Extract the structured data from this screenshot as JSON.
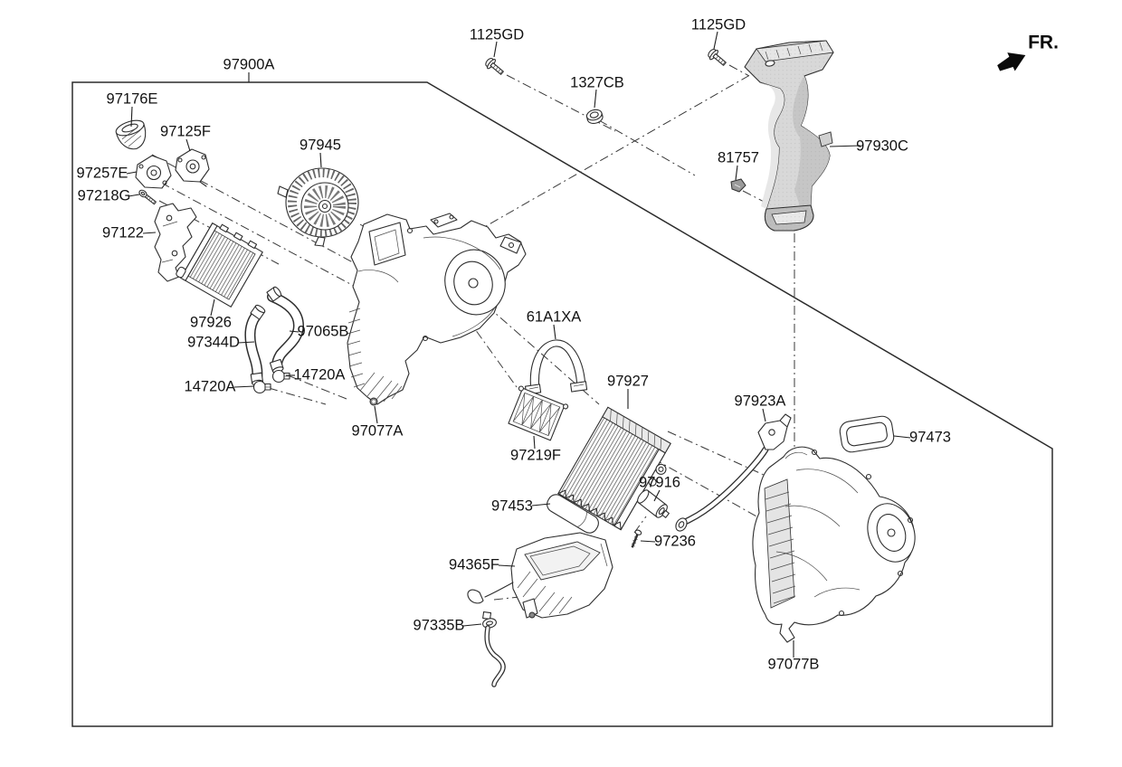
{
  "diagram": {
    "kind": "exploded-parts-diagram",
    "fr_label": "FR.",
    "labels": [
      {
        "text": "97900A"
      },
      {
        "text": "1125GD"
      },
      {
        "text": "1327CB"
      },
      {
        "text": "1125GD"
      },
      {
        "text": "97930C"
      },
      {
        "text": "81757"
      },
      {
        "text": "97176E"
      },
      {
        "text": "97125F"
      },
      {
        "text": "97945"
      },
      {
        "text": "97257E"
      },
      {
        "text": "97218G"
      },
      {
        "text": "97122"
      },
      {
        "text": "97926"
      },
      {
        "text": "97344D"
      },
      {
        "text": "97065B"
      },
      {
        "text": "14720A"
      },
      {
        "text": "14720A"
      },
      {
        "text": "97077A"
      },
      {
        "text": "61A1XA"
      },
      {
        "text": "97927"
      },
      {
        "text": "97923A"
      },
      {
        "text": "97219F"
      },
      {
        "text": "97453"
      },
      {
        "text": "97916"
      },
      {
        "text": "97236"
      },
      {
        "text": "94365F"
      },
      {
        "text": "97335B"
      },
      {
        "text": "97473"
      },
      {
        "text": "97077B"
      }
    ],
    "colors": {
      "line": "#2e2e2e",
      "duct_fill": "#d8d8d8",
      "background": "#ffffff"
    }
  }
}
